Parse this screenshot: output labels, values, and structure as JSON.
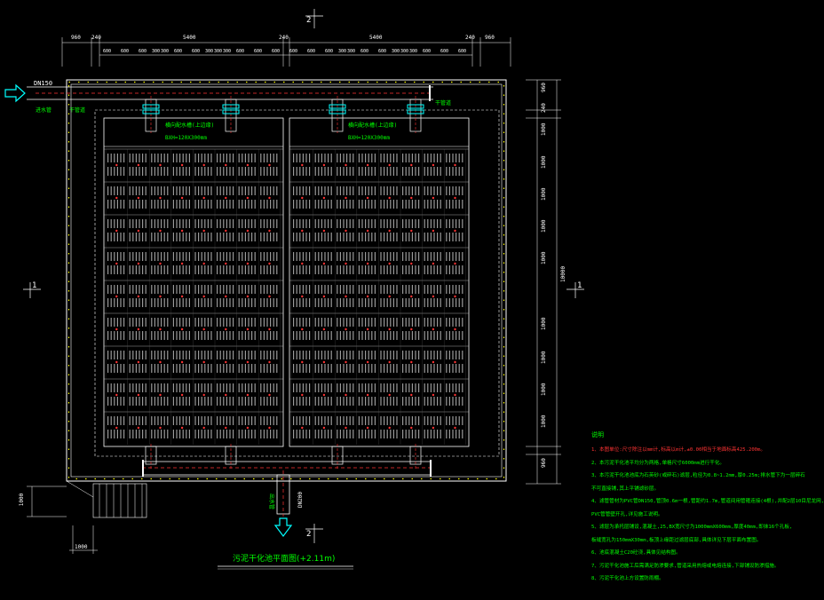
{
  "colors": {
    "background": "#000000",
    "outline": "#ffffff",
    "pipe_dashed": "#ff3333",
    "fitting": "#00ffff",
    "label_green": "#00ff00",
    "accent_yellow": "#ffff00",
    "node_red": "#ff3333",
    "wall_dashed": "#ffffff"
  },
  "section_marks": {
    "top": "2",
    "bottom": "2",
    "left": "1",
    "right": "1"
  },
  "top_dims_overall": [
    "960",
    "240",
    "5400",
    "240",
    "5400",
    "240",
    "960"
  ],
  "top_dims_detail": [
    "600",
    "600",
    "600",
    "300",
    "300",
    "600",
    "600",
    "300",
    "300",
    "300",
    "600",
    "600",
    "600",
    "600",
    "600",
    "600",
    "300",
    "300",
    "600",
    "600",
    "300",
    "300",
    "300",
    "600",
    "600",
    "600"
  ],
  "right_dims": [
    "960",
    "240",
    "1000",
    "1000",
    "1000",
    "1000",
    "1000",
    "10000",
    "1000",
    "1000",
    "1000",
    "1000",
    "1000",
    "960"
  ],
  "left_dim": "1000",
  "bottom_left_dim": "1000",
  "pipe_labels": {
    "inlet_size": "DN150",
    "inlet_name": "进水管",
    "feed_pipe": "干管道",
    "feed_pipe_right": "干管道",
    "outlet_size": "DN200",
    "outlet_name": "出水管"
  },
  "tank_labels": {
    "left_line1": "横向配水槽(上边缘)",
    "left_line2": "BXH=120X300mm",
    "right_line1": "横向配水槽(上边缘)",
    "right_line2": "BXH=120X300mm"
  },
  "title": "污泥干化池平面图(+2.11m)",
  "notes": {
    "heading": "说明",
    "items": [
      {
        "text": "1、本图单位:尺寸除注以mm计,标高以m计,±0.00相当于地面标高425.200m。",
        "color": "#ff3333"
      },
      {
        "text": "2、本污泥干化池平均分为两格,单格尺寸6000mm进行干化。",
        "color": "#00ff00"
      },
      {
        "text": "3、本污泥干化池池底为石英砂(或碎石)滤层,粒径为0.8~1.2mm,厚0.25m;排水管下为一层碎石",
        "color": "#00ff00"
      },
      {
        "text": "   不可直接铺,其上平铺滤砂层。",
        "color": "#00ff00"
      },
      {
        "text": "4、滤管管材为PVC管DN150,管顶0.6m一根,管距约1.7m,管道间用管箍连接(4根),并配2层10目尼龙网,",
        "color": "#00ff00"
      },
      {
        "text": "   PVC管管壁开孔,详见施工说明。",
        "color": "#00ff00"
      },
      {
        "text": "5、滤层为承托层铺设,混凝土,25,BX宽尺寸为1000mmX600mm,厚度40mm,即抹16个孔板,",
        "color": "#00ff00"
      },
      {
        "text": "   板缝宽孔为150mmX30mm,板顶上缘距过滤层底部,具体详见下层平面布置图。",
        "color": "#00ff00"
      },
      {
        "text": "6、池底混凝土C20砼浇,具体见结构图。",
        "color": "#00ff00"
      },
      {
        "text": "7、污泥干化池施工后需满足防渗要求,管道采用热熔或电熔连接,下部铺设防渗措施。",
        "color": "#00ff00"
      },
      {
        "text": "8、污泥干化池上方设置防雨棚。",
        "color": "#00ff00"
      }
    ]
  }
}
